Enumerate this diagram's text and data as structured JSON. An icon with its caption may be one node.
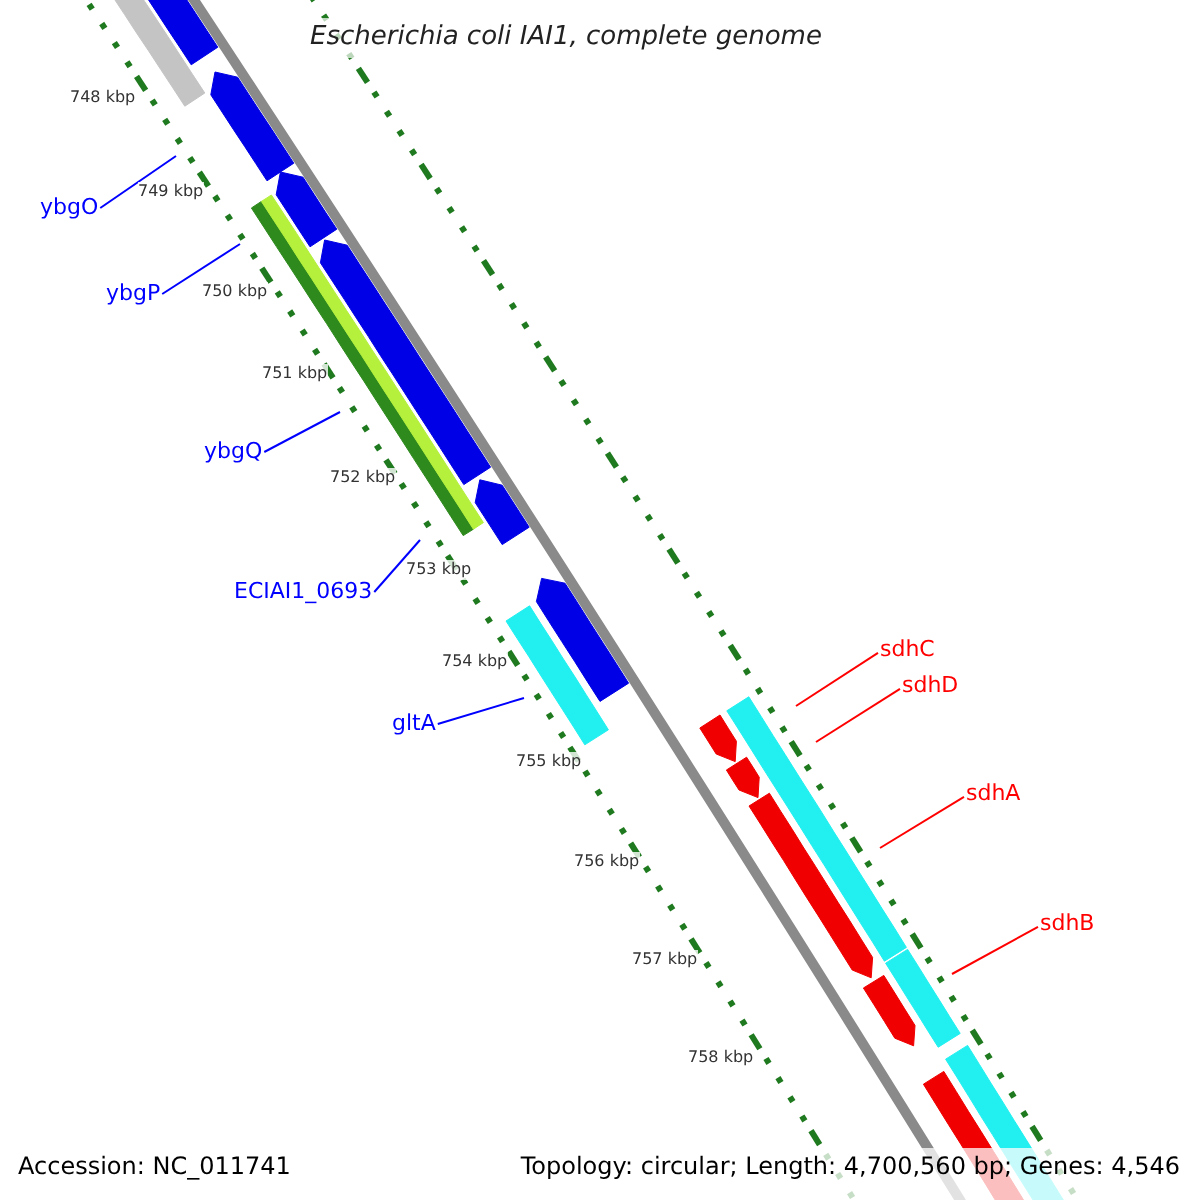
{
  "diagram": {
    "title": "Escherichia coli IAI1, complete genome",
    "nodes": [
      {
        "text": [
          "ybgO"
        ]
      },
      {
        "text": [
          "ybgP"
        ]
      },
      {
        "text": [
          "ybgQ"
        ]
      },
      {
        "text": [
          "ECIAI1_0693"
        ]
      },
      {
        "text": [
          "gltA"
        ]
      },
      {
        "text": [
          "sdhC"
        ]
      },
      {
        "text": [
          "sdhD"
        ]
      },
      {
        "text": [
          "sdhA"
        ]
      },
      {
        "text": [
          "sdhB"
        ]
      }
    ],
    "edges": [
      {
        "from": 0,
        "to": null,
        "arrow": "none"
      },
      {
        "from": 1,
        "to": null,
        "arrow": "none"
      },
      {
        "from": 2,
        "to": null,
        "arrow": "none"
      },
      {
        "from": 3,
        "to": null,
        "arrow": "none"
      },
      {
        "from": 4,
        "to": null,
        "arrow": "none"
      },
      {
        "from": 5,
        "to": null,
        "arrow": "none",
        "color": "#ff0000"
      },
      {
        "from": 6,
        "to": null,
        "arrow": "none",
        "color": "#ff0000"
      },
      {
        "from": 7,
        "to": null,
        "arrow": "none",
        "color": "#ff0000"
      },
      {
        "from": 8,
        "to": null,
        "arrow": "none",
        "color": "#ff0000"
      }
    ],
    "labels": [
      "748 kbp",
      "749 kbp",
      "750 kbp",
      "751 kbp",
      "752 kbp",
      "753 kbp",
      "754 kbp",
      "755 kbp",
      "756 kbp",
      "757 kbp",
      "758 kbp",
      "Accession: NC_011741",
      "Topology: circular; Length: 4,700,560 bp; Genes: 4,546"
    ]
  }
}
